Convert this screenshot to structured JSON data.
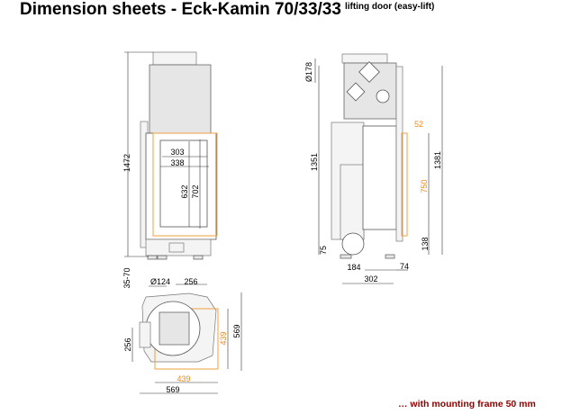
{
  "header": {
    "title": "Dimension sheets - Eck-Kamin 70/33/33",
    "subtitle": "lifting door (easy-lift)"
  },
  "front_view": {
    "total_height": "1472",
    "foot_adjust": "35-70",
    "glass_width_inner": "303",
    "glass_width_outer": "338",
    "glass_height_inner": "632",
    "glass_height_outer": "702"
  },
  "side_view": {
    "flue_diameter": "Ø178",
    "height_left": "1351",
    "height_right": "1381",
    "frame_offset": "52",
    "frame_height": "750",
    "bottom_to_frame": "138",
    "base_height": "75",
    "depth_a": "184",
    "depth_b": "74",
    "depth_total": "302"
  },
  "top_view": {
    "air_inlet_diameter": "Ø124",
    "offset_top": "256",
    "offset_left": "256",
    "depth_outer": "569",
    "depth_frame": "439",
    "width_frame": "439",
    "width_outer": "569"
  },
  "footnote": "… with mounting frame 50 mm",
  "colors": {
    "frame": "#f0a040",
    "footnote": "#8b0000"
  }
}
